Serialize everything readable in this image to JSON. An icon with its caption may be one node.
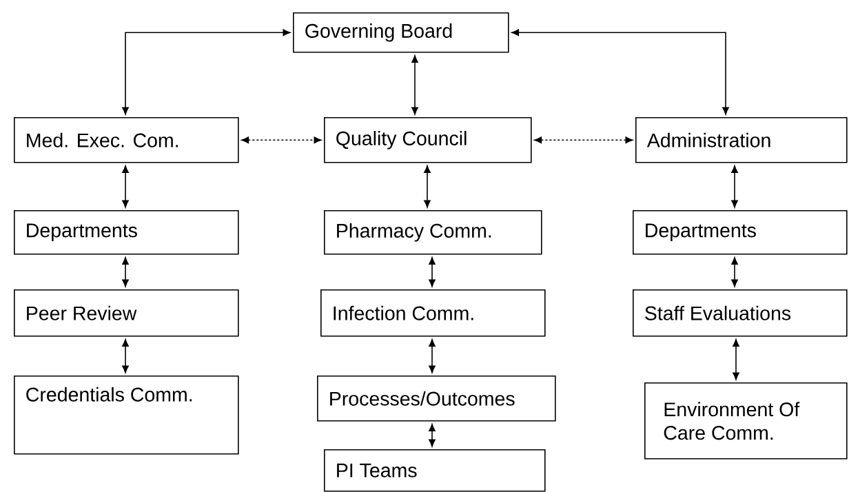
{
  "diagram": {
    "nodes": [
      {
        "text": [
          "Governing Board"
        ]
      },
      {
        "text": [
          "Med. Exec. Com."
        ]
      },
      {
        "text": [
          "Quality Council"
        ]
      },
      {
        "text": [
          "Administration"
        ]
      },
      {
        "text": [
          "Departments"
        ]
      },
      {
        "text": [
          "Pharmacy Comm."
        ]
      },
      {
        "text": [
          "Departments"
        ]
      },
      {
        "text": [
          "Peer Review"
        ]
      },
      {
        "text": [
          "Infection Comm."
        ]
      },
      {
        "text": [
          "Staff Evaluations"
        ]
      },
      {
        "text": [
          "Credentials Comm."
        ]
      },
      {
        "text": [
          "Processes/Outcomes"
        ]
      },
      {
        "text": [
          "Environment Of Care Comm."
        ]
      },
      {
        "text": [
          "PI Teams"
        ]
      }
    ],
    "edges": [
      {
        "from": 1,
        "to": 0,
        "arrow": "both"
      },
      {
        "from": 2,
        "to": 0,
        "arrow": "both"
      },
      {
        "from": 3,
        "to": 0,
        "arrow": "both"
      },
      {
        "from": 1,
        "to": 2,
        "arrow": "both",
        "style": "dashed"
      },
      {
        "from": 2,
        "to": 3,
        "arrow": "both",
        "style": "dashed"
      },
      {
        "from": 1,
        "to": 4,
        "arrow": "both"
      },
      {
        "from": 2,
        "to": 5,
        "arrow": "both"
      },
      {
        "from": 3,
        "to": 6,
        "arrow": "both"
      },
      {
        "from": 4,
        "to": 7,
        "arrow": "both"
      },
      {
        "from": 5,
        "to": 8,
        "arrow": "both"
      },
      {
        "from": 6,
        "to": 9,
        "arrow": "both"
      },
      {
        "from": 7,
        "to": 10,
        "arrow": "both"
      },
      {
        "from": 8,
        "to": 11,
        "arrow": "both"
      },
      {
        "from": 9,
        "to": 12,
        "arrow": "both"
      },
      {
        "from": 11,
        "to": 13,
        "arrow": "both"
      }
    ]
  }
}
